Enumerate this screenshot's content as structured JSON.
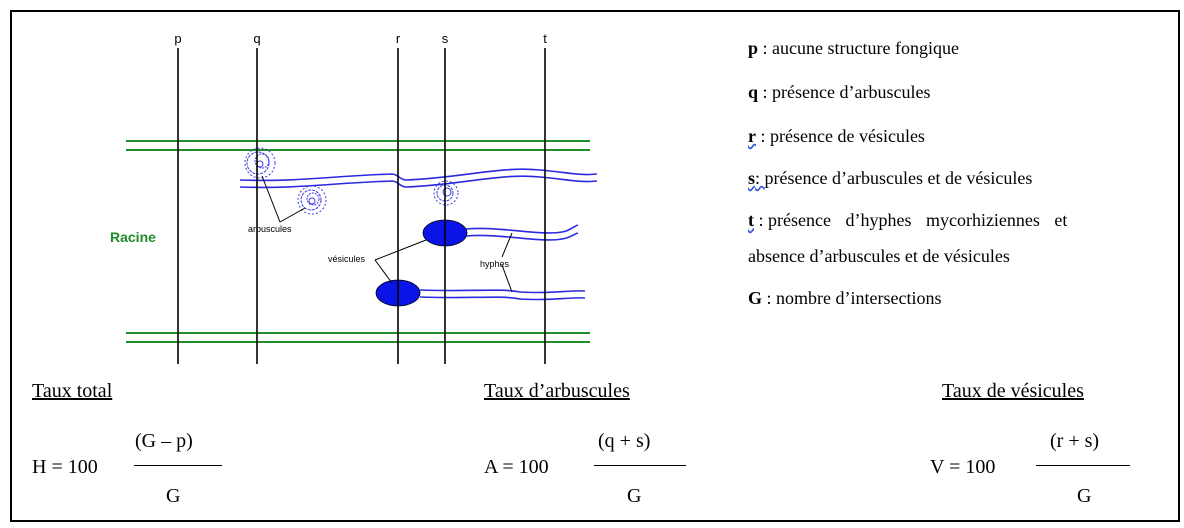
{
  "diagram": {
    "line_labels": [
      "p",
      "q",
      "r",
      "s",
      "t"
    ],
    "root_label": "Racine",
    "arbuscules_label": "arbuscules",
    "vesicules_label": "vésicules",
    "hyphes_label": "hyphes",
    "colors": {
      "root": "#1f8f2a",
      "hyphae": "#2a2ae0",
      "vesicle": "#0a14e6",
      "text_root": "#1e8a2a"
    }
  },
  "legend": [
    {
      "key": "p",
      "sep": " : ",
      "text": "aucune structure fongique",
      "style": "bold"
    },
    {
      "key": "q",
      "sep": " : ",
      "text": "présence d’arbuscules",
      "style": "bold"
    },
    {
      "key": "r",
      "sep": " : ",
      "text": "présence de vésicules",
      "style": "bold-underline"
    },
    {
      "key": "s",
      "sep": ": ",
      "text": "présence d’arbuscules et de vésicules",
      "style": "bold-underline"
    },
    {
      "key": "t",
      "sep": " :  ",
      "text": "présence d’hyphes mycorhiziennes et",
      "style": "bold-underline"
    },
    {
      "key": "",
      "sep": "",
      "text": "absence d’arbuscules et de vésicules",
      "style": "plain"
    },
    {
      "key": "G",
      "sep": " : ",
      "text": "nombre d’intersections",
      "style": "bold"
    }
  ],
  "formulas": [
    {
      "title": "Taux total",
      "lhs": "H = 100",
      "numerator": "(G – p)",
      "denominator": "G"
    },
    {
      "title": "Taux d’arbuscules",
      "lhs": "A = 100",
      "numerator": "(q + s)",
      "denominator": "G"
    },
    {
      "title": "Taux de vésicules",
      "lhs": "V = 100",
      "numerator": "(r + s)",
      "denominator": "G"
    }
  ]
}
